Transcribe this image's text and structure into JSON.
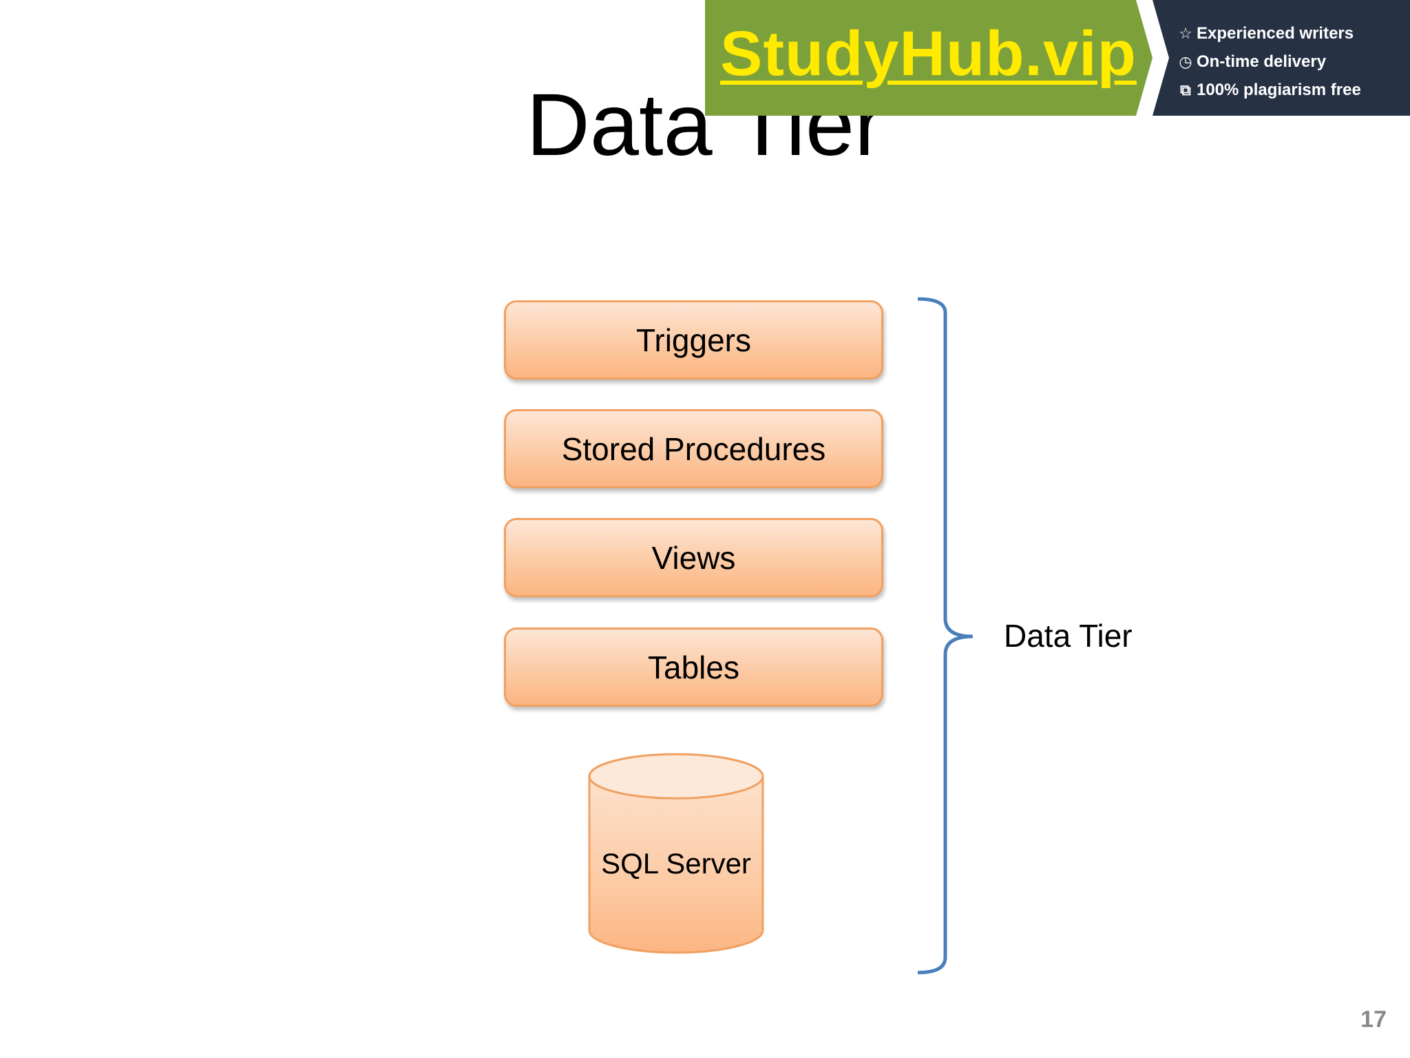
{
  "slide": {
    "title": "Data Tier",
    "layers": [
      {
        "label": "Triggers"
      },
      {
        "label": "Stored Procedures"
      },
      {
        "label": "Views"
      },
      {
        "label": "Tables"
      }
    ],
    "database": {
      "label": "SQL Server"
    },
    "brace_label": "Data Tier",
    "page_number": "17"
  },
  "ad": {
    "logo": "StudyHub.vip",
    "features": [
      {
        "icon": "star-icon",
        "text": "Experienced writers"
      },
      {
        "icon": "clock-icon",
        "text": "On-time delivery"
      },
      {
        "icon": "copy-icon",
        "text": "100% plagiarism free"
      }
    ],
    "colors": {
      "green": "#7ca03a",
      "logo": "#ffea00",
      "dark": "#263244"
    }
  },
  "colors": {
    "box_border": "#f0a060",
    "box_fill_top": "#fde6d6",
    "box_fill_bottom": "#fbb583",
    "brace": "#4a7ebb"
  }
}
